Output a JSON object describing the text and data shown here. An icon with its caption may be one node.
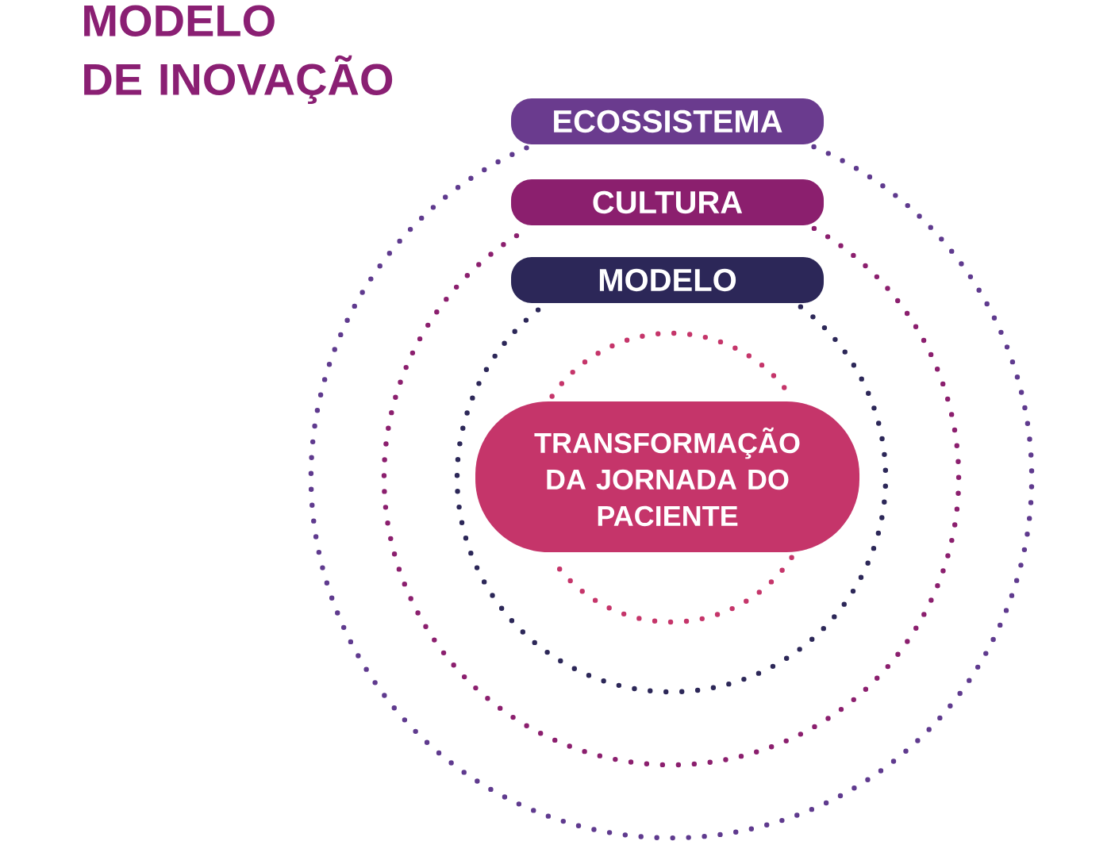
{
  "diagram": {
    "title": "MODELO DE INOVAÇÃO",
    "nodes": [
      {
        "text": [
          "ECOSSISTEMA"
        ]
      },
      {
        "text": [],
        "shape": "circle"
      },
      {
        "text": [
          "CULTURA"
        ],
        "in": 1
      },
      {
        "text": [],
        "shape": "circle",
        "in": 1
      },
      {
        "text": [
          "MODELO"
        ],
        "in": 3
      },
      {
        "text": [],
        "shape": "circle",
        "in": 3
      },
      {
        "text": [],
        "shape": "circle",
        "in": 5
      },
      {
        "text": [
          "TRANSFORMAÇÃO DA JORNADA DO PACIENTE"
        ],
        "in": 5
      }
    ]
  }
}
